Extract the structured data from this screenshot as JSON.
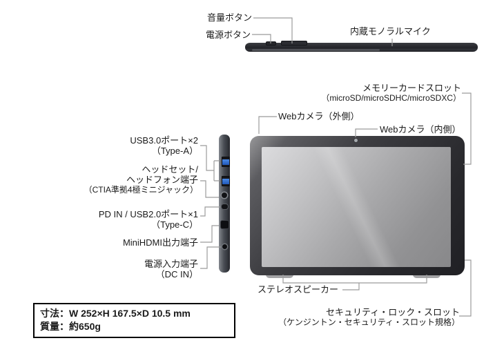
{
  "top_view": {
    "volume_label": "音量ボタン",
    "power_label": "電源ボタン",
    "mic_label": "内蔵モノラルマイク"
  },
  "left_ports": {
    "usb": {
      "line1": "USB3.0ポート×2",
      "line2": "（Type-A）"
    },
    "headset": {
      "line1": "ヘッドセット/",
      "line2": "ヘッドフォン端子",
      "line3": "（CTIA準拠4極ミニジャック）"
    },
    "pd": {
      "line1": "PD IN / USB2.0ポート×1",
      "line2": "（Type-C）"
    },
    "hdmi": {
      "line1": "MiniHDMI出力端子"
    },
    "dcin": {
      "line1": "電源入力端子",
      "line2": "（DC IN）"
    }
  },
  "front_view": {
    "memory_slot": {
      "line1": "メモリーカードスロット",
      "line2": "（microSD/microSDHC/microSDXC）"
    },
    "camera_outer": "Webカメラ（外側）",
    "camera_inner": "Webカメラ（内側）",
    "speaker": "ステレオスピーカー",
    "security_slot": {
      "line1": "セキュリティ・ロック・スロット",
      "line2": "（ケンジントン・セキュリティ・スロット規格）"
    }
  },
  "spec_box": {
    "dimensions": "寸法：W 252×H 167.5×D 10.5 mm",
    "weight": "質量：約650g"
  },
  "colors": {
    "background": "#ffffff",
    "text": "#1a1a1a",
    "callout_line": "#9b9b9b",
    "bezel_dark": "#2a2a2e",
    "screen_gray": "#a9a9ab",
    "usb_port_blue": "#2e6fd6",
    "spec_box_border": "#000000"
  }
}
